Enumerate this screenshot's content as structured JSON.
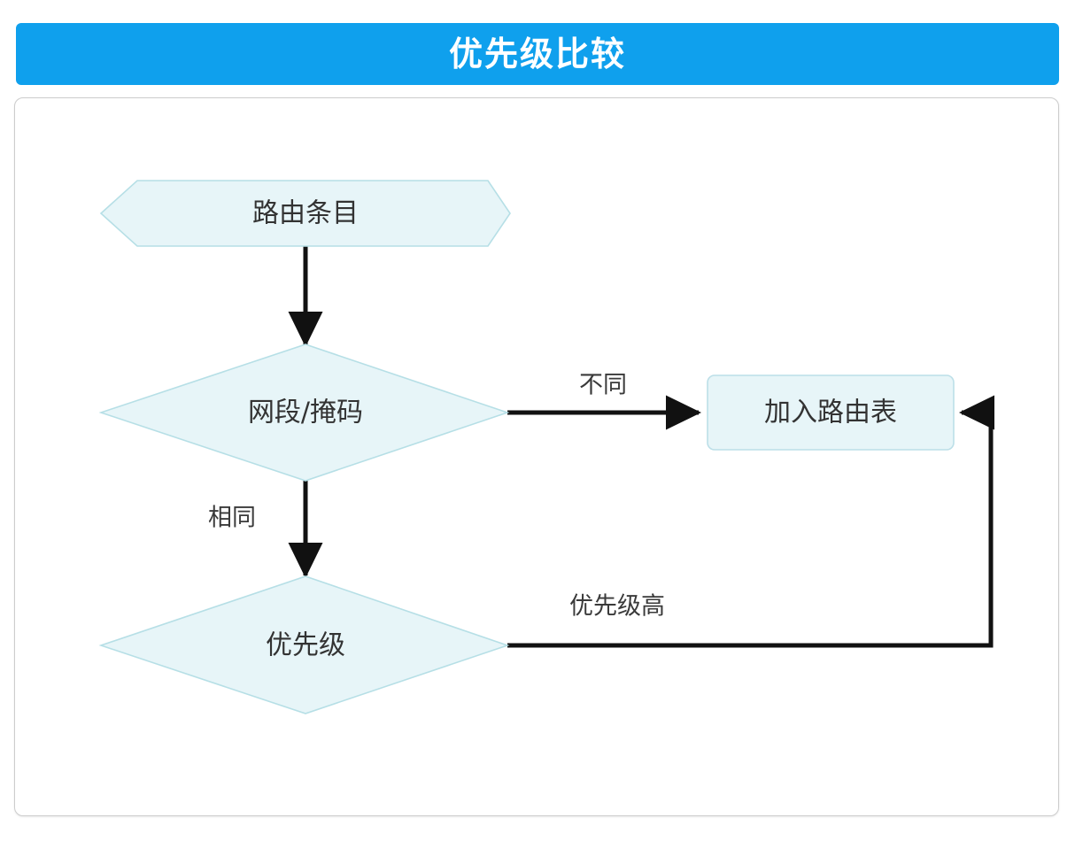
{
  "header": {
    "title": "优先级比较",
    "bar_color": "#0fa0ed",
    "text_color": "#ffffff"
  },
  "card": {
    "border_color": "#cccccc",
    "background": "#ffffff"
  },
  "diagram": {
    "type": "flowchart",
    "shape_fill": "#e7f5f8",
    "shape_stroke": "#b6dfe6",
    "line_color": "#111111",
    "nodes": [
      {
        "id": "route-entry",
        "shape": "hexagon",
        "label": "路由条目"
      },
      {
        "id": "network-mask",
        "shape": "diamond",
        "label": "网段/掩码"
      },
      {
        "id": "priority",
        "shape": "diamond",
        "label": "优先级"
      },
      {
        "id": "add-to-table",
        "shape": "rounded-rect",
        "label": "加入路由表"
      }
    ],
    "edges": [
      {
        "id": "entry-to-mask",
        "from": "route-entry",
        "to": "network-mask",
        "label": ""
      },
      {
        "id": "mask-different",
        "from": "network-mask",
        "to": "add-to-table",
        "label": "不同"
      },
      {
        "id": "mask-same",
        "from": "network-mask",
        "to": "priority",
        "label": "相同"
      },
      {
        "id": "priority-high",
        "from": "priority",
        "to": "add-to-table",
        "label": "优先级高"
      }
    ]
  }
}
